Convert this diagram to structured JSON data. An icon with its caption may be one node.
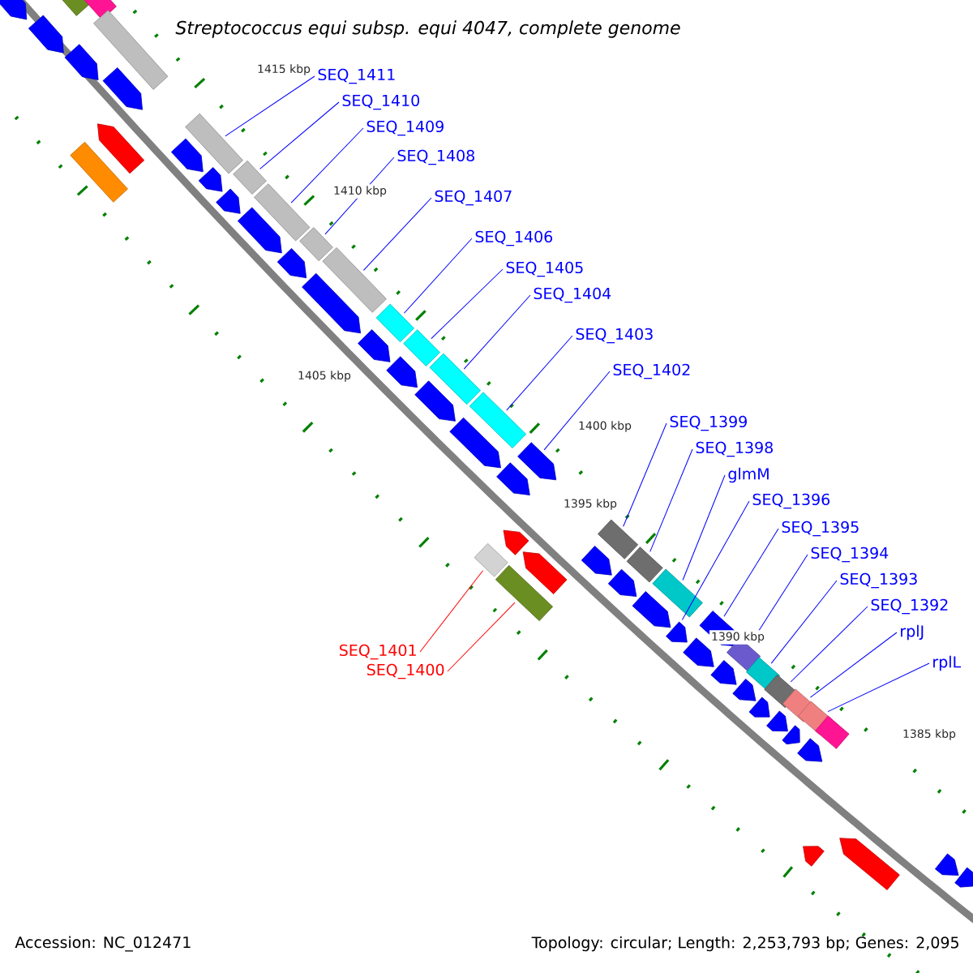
{
  "diagram": {
    "title": "Streptococcus equi subsp. equi 4047, complete genome",
    "nodes": [
      {
        "text": [
          "SEQ_1411"
        ]
      },
      {
        "text": [
          "SEQ_1410"
        ]
      },
      {
        "text": [
          "SEQ_1409"
        ]
      },
      {
        "text": [
          "SEQ_1408"
        ]
      },
      {
        "text": [
          "SEQ_1407"
        ]
      },
      {
        "text": [
          "SEQ_1406"
        ]
      },
      {
        "text": [
          "SEQ_1405"
        ]
      },
      {
        "text": [
          "SEQ_1404"
        ]
      },
      {
        "text": [
          "SEQ_1403"
        ]
      },
      {
        "text": [
          "SEQ_1402"
        ]
      },
      {
        "text": [
          "SEQ_1399"
        ]
      },
      {
        "text": [
          "SEQ_1398"
        ]
      },
      {
        "text": [
          "glmM"
        ]
      },
      {
        "text": [
          "SEQ_1396"
        ]
      },
      {
        "text": [
          "SEQ_1395"
        ]
      },
      {
        "text": [
          "SEQ_1394"
        ]
      },
      {
        "text": [
          "SEQ_1393"
        ]
      },
      {
        "text": [
          "SEQ_1392"
        ]
      },
      {
        "text": [
          "rplJ"
        ]
      },
      {
        "text": [
          "SEQ_1401"
        ]
      },
      {
        "text": [
          "rplL"
        ]
      },
      {
        "text": [
          "SEQ_1400"
        ]
      },
      {
        "text": [],
        "shape": "pentagon"
      },
      {
        "text": [],
        "shape": "box"
      },
      {
        "text": [],
        "shape": "pentagon"
      },
      {
        "text": [],
        "shape": "box"
      },
      {
        "text": [],
        "shape": "pentagon"
      },
      {
        "text": [],
        "shape": "box"
      },
      {
        "text": [],
        "shape": "pentagon"
      },
      {
        "text": [],
        "shape": "box"
      },
      {
        "text": [],
        "shape": "pentagon"
      },
      {
        "text": [],
        "shape": "pentagon"
      },
      {
        "text": [],
        "shape": "box"
      },
      {
        "text": [],
        "shape": "pentagon"
      },
      {
        "text": [],
        "shape": "pentagon"
      },
      {
        "text": [],
        "shape": "box"
      },
      {
        "text": [],
        "shape": "pentagon"
      },
      {
        "text": [],
        "shape": "box"
      },
      {
        "text": [],
        "shape": "pentagon"
      },
      {
        "text": [],
        "shape": "box"
      },
      {
        "text": [],
        "shape": "pentagon"
      },
      {
        "text": [],
        "shape": "box"
      },
      {
        "text": [],
        "shape": "pentagon"
      },
      {
        "text": [],
        "shape": "box"
      },
      {
        "text": [],
        "shape": "box"
      },
      {
        "text": [],
        "shape": "pentagon"
      },
      {
        "text": [],
        "shape": "pentagon"
      },
      {
        "text": [],
        "shape": "box"
      },
      {
        "text": [],
        "shape": "pentagon"
      },
      {
        "text": [],
        "shape": "box"
      },
      {
        "text": [],
        "shape": "pentagon"
      },
      {
        "text": [],
        "shape": "pentagon"
      },
      {
        "text": [],
        "shape": "box"
      },
      {
        "text": [],
        "shape": "pentagon"
      },
      {
        "text": [],
        "shape": "box"
      },
      {
        "text": [],
        "shape": "pentagon"
      },
      {
        "text": [],
        "shape": "pentagon"
      },
      {
        "text": [],
        "shape": "box"
      },
      {
        "text": [],
        "shape": "pentagon"
      },
      {
        "text": [],
        "shape": "box"
      },
      {
        "text": [],
        "shape": "pentagon"
      },
      {
        "text": [],
        "shape": "box"
      },
      {
        "text": [],
        "shape": "pentagon"
      },
      {
        "text": [],
        "shape": "pentagon"
      },
      {
        "text": [],
        "shape": "pentagon"
      },
      {
        "text": [],
        "shape": "pentagon"
      },
      {
        "text": [],
        "shape": "box"
      },
      {
        "text": [],
        "shape": "pentagon"
      },
      {
        "text": [],
        "shape": "box"
      },
      {
        "text": [],
        "shape": "pentagon"
      },
      {
        "text": [],
        "shape": "box"
      },
      {
        "text": [],
        "shape": "pentagon"
      },
      {
        "text": [],
        "shape": "box"
      },
      {
        "text": [],
        "shape": "pentagon"
      },
      {
        "text": [],
        "shape": "box"
      },
      {
        "text": [],
        "shape": "pentagon"
      },
      {
        "text": [],
        "shape": "box"
      },
      {
        "text": [],
        "shape": "pentagon"
      },
      {
        "text": [],
        "shape": "pentagon"
      },
      {
        "text": [],
        "shape": "pentagon"
      },
      {
        "text": [],
        "shape": "pentagon"
      }
    ],
    "edges": [
      {
        "from": 0,
        "to": 32,
        "arrow": "none"
      },
      {
        "from": 1,
        "to": 35,
        "arrow": "none"
      },
      {
        "from": 2,
        "to": 37,
        "arrow": "none"
      },
      {
        "from": 3,
        "to": 39,
        "arrow": "none"
      },
      {
        "from": 4,
        "to": 41,
        "arrow": "none"
      },
      {
        "from": 5,
        "to": 43,
        "arrow": "none"
      },
      {
        "from": 6,
        "to": 44,
        "arrow": "none"
      },
      {
        "from": 7,
        "to": 47,
        "arrow": "none"
      },
      {
        "from": 8,
        "to": 49,
        "arrow": "none"
      },
      {
        "from": 9,
        "to": 51,
        "arrow": "none"
      },
      {
        "from": 10,
        "to": 57,
        "arrow": "none"
      },
      {
        "from": 11,
        "to": 59,
        "arrow": "none"
      },
      {
        "from": 12,
        "to": 61,
        "arrow": "none"
      },
      {
        "from": 13,
        "to": 62,
        "arrow": "none"
      },
      {
        "from": 14,
        "to": 63,
        "arrow": "none"
      },
      {
        "from": 15,
        "to": 66,
        "arrow": "none"
      },
      {
        "from": 16,
        "to": 68,
        "arrow": "none"
      },
      {
        "from": 17,
        "to": 70,
        "arrow": "none"
      },
      {
        "from": 18,
        "to": 72,
        "arrow": "none"
      },
      {
        "from": 19,
        "to": 52,
        "arrow": "none",
        "color": "#ff0000"
      },
      {
        "from": 20,
        "to": 74,
        "arrow": "none"
      },
      {
        "from": 21,
        "to": 54,
        "arrow": "none",
        "color": "#ff0000"
      }
    ],
    "labels": [
      "1415 kbp",
      "1410 kbp",
      "1405 kbp",
      "1400 kbp",
      "1395 kbp",
      "1390 kbp",
      "1385 kbp",
      "Accession: NC_012471",
      "Topology: circular; Length: 2,253,793 bp; Genes: 2,095"
    ]
  }
}
